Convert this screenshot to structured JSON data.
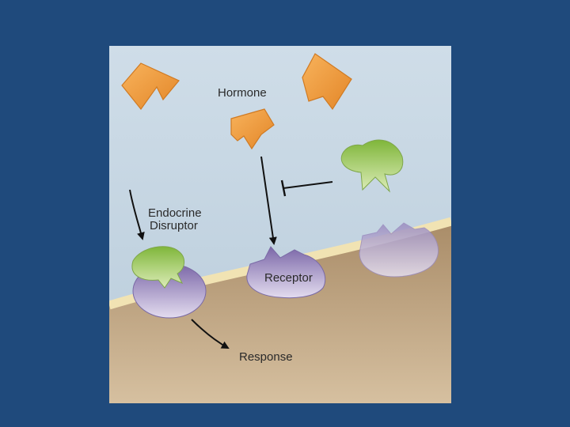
{
  "diagram": {
    "labels": {
      "hormone": "Hormone",
      "disruptor_line1": "Endocrine",
      "disruptor_line2": "Disruptor",
      "receptor": "Receptor",
      "response": "Response"
    }
  }
}
